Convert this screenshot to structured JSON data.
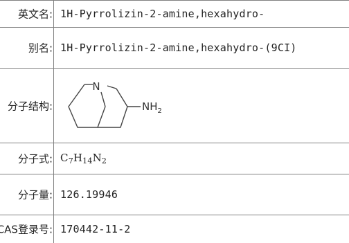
{
  "rows": {
    "english_name": {
      "label": "英文名:",
      "value": "1H-Pyrrolizin-2-amine,hexahydro-"
    },
    "alias": {
      "label": "别名:",
      "value": "1H-Pyrrolizin-2-amine,hexahydro-(9CI)"
    },
    "structure": {
      "label": "分子结构:",
      "atom_n": "N",
      "group": "NH",
      "group_sub": "2"
    },
    "formula": {
      "label": "分子式:",
      "c": "C",
      "c_n": "7",
      "h": "H",
      "h_n": "14",
      "n": "N",
      "n_n": "2"
    },
    "weight": {
      "label": "分子量:",
      "value": "126.19946"
    },
    "cas": {
      "label": "CAS登录号:",
      "value": "170442-11-2"
    }
  }
}
